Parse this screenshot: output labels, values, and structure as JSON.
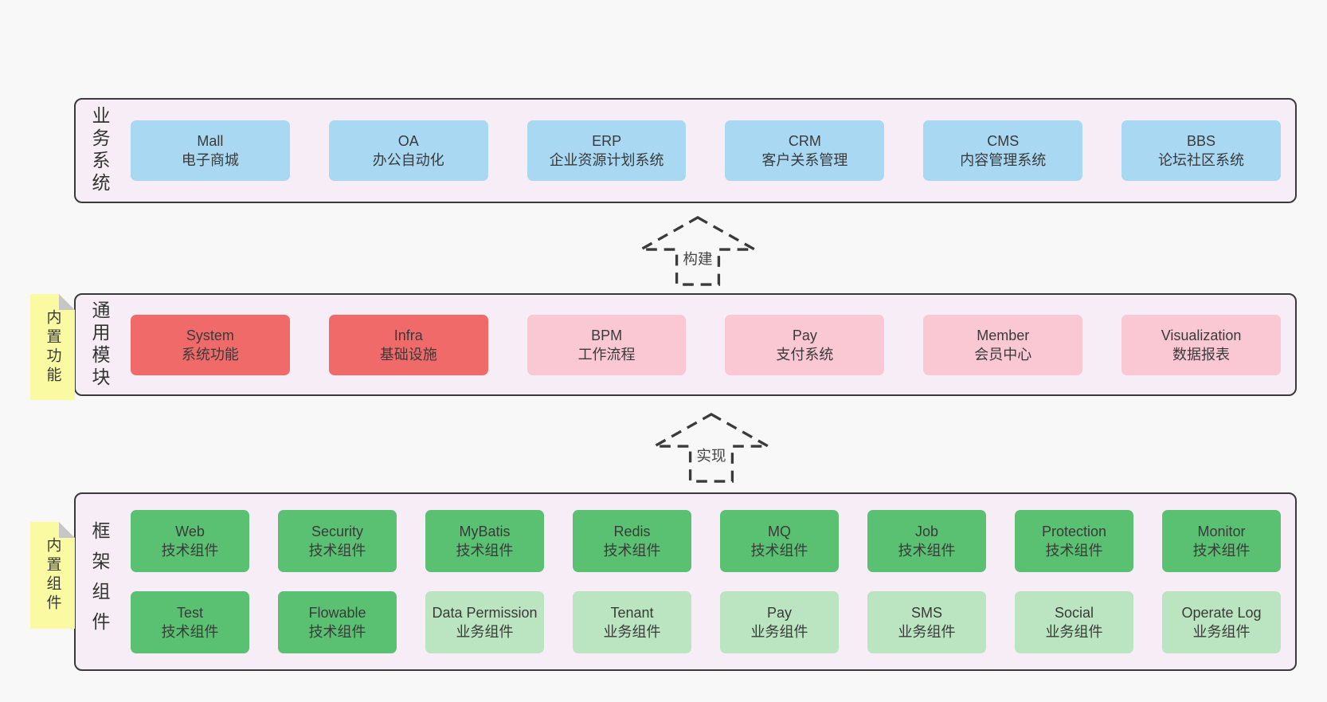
{
  "colors": {
    "blue": "#a9d8f3",
    "red": "#f06a6a",
    "pink": "#fac8d3",
    "green": "#5bc172",
    "lightgreen": "#bae5c0",
    "sticky_yellow": "#fafaa2",
    "panel_bg": "#f7edf6",
    "panel_border": "#3a3a3a",
    "page_bg": "#f8f8f8"
  },
  "arrows": [
    {
      "label": "构建"
    },
    {
      "label": "实现"
    }
  ],
  "sections": {
    "business": {
      "label": "业务系统",
      "items": [
        {
          "title": "Mall",
          "subtitle": "电子商城",
          "variant": "blue"
        },
        {
          "title": "OA",
          "subtitle": "办公自动化",
          "variant": "blue"
        },
        {
          "title": "ERP",
          "subtitle": "企业资源计划系统",
          "variant": "blue"
        },
        {
          "title": "CRM",
          "subtitle": "客户关系管理",
          "variant": "blue"
        },
        {
          "title": "CMS",
          "subtitle": "内容管理系统",
          "variant": "blue"
        },
        {
          "title": "BBS",
          "subtitle": "论坛社区系统",
          "variant": "blue"
        }
      ]
    },
    "modules": {
      "label": "通用模块",
      "sticky": "内置功能",
      "items": [
        {
          "title": "System",
          "subtitle": "系统功能",
          "variant": "red"
        },
        {
          "title": "Infra",
          "subtitle": "基础设施",
          "variant": "red"
        },
        {
          "title": "BPM",
          "subtitle": "工作流程",
          "variant": "pink"
        },
        {
          "title": "Pay",
          "subtitle": "支付系统",
          "variant": "pink"
        },
        {
          "title": "Member",
          "subtitle": "会员中心",
          "variant": "pink"
        },
        {
          "title": "Visualization",
          "subtitle": "数据报表",
          "variant": "pink"
        }
      ]
    },
    "components": {
      "label": "框架组件",
      "sticky": "内置组件",
      "rows": [
        [
          {
            "title": "Web",
            "subtitle": "技术组件",
            "variant": "green"
          },
          {
            "title": "Security",
            "subtitle": "技术组件",
            "variant": "green"
          },
          {
            "title": "MyBatis",
            "subtitle": "技术组件",
            "variant": "green"
          },
          {
            "title": "Redis",
            "subtitle": "技术组件",
            "variant": "green"
          },
          {
            "title": "MQ",
            "subtitle": "技术组件",
            "variant": "green"
          },
          {
            "title": "Job",
            "subtitle": "技术组件",
            "variant": "green"
          },
          {
            "title": "Protection",
            "subtitle": "技术组件",
            "variant": "green"
          },
          {
            "title": "Monitor",
            "subtitle": "技术组件",
            "variant": "green"
          }
        ],
        [
          {
            "title": "Test",
            "subtitle": "技术组件",
            "variant": "green"
          },
          {
            "title": "Flowable",
            "subtitle": "技术组件",
            "variant": "green"
          },
          {
            "title": "Data Permission",
            "subtitle": "业务组件",
            "variant": "lightgreen"
          },
          {
            "title": "Tenant",
            "subtitle": "业务组件",
            "variant": "lightgreen"
          },
          {
            "title": "Pay",
            "subtitle": "业务组件",
            "variant": "lightgreen"
          },
          {
            "title": "SMS",
            "subtitle": "业务组件",
            "variant": "lightgreen"
          },
          {
            "title": "Social",
            "subtitle": "业务组件",
            "variant": "lightgreen"
          },
          {
            "title": "Operate Log",
            "subtitle": "业务组件",
            "variant": "lightgreen"
          }
        ]
      ]
    }
  }
}
